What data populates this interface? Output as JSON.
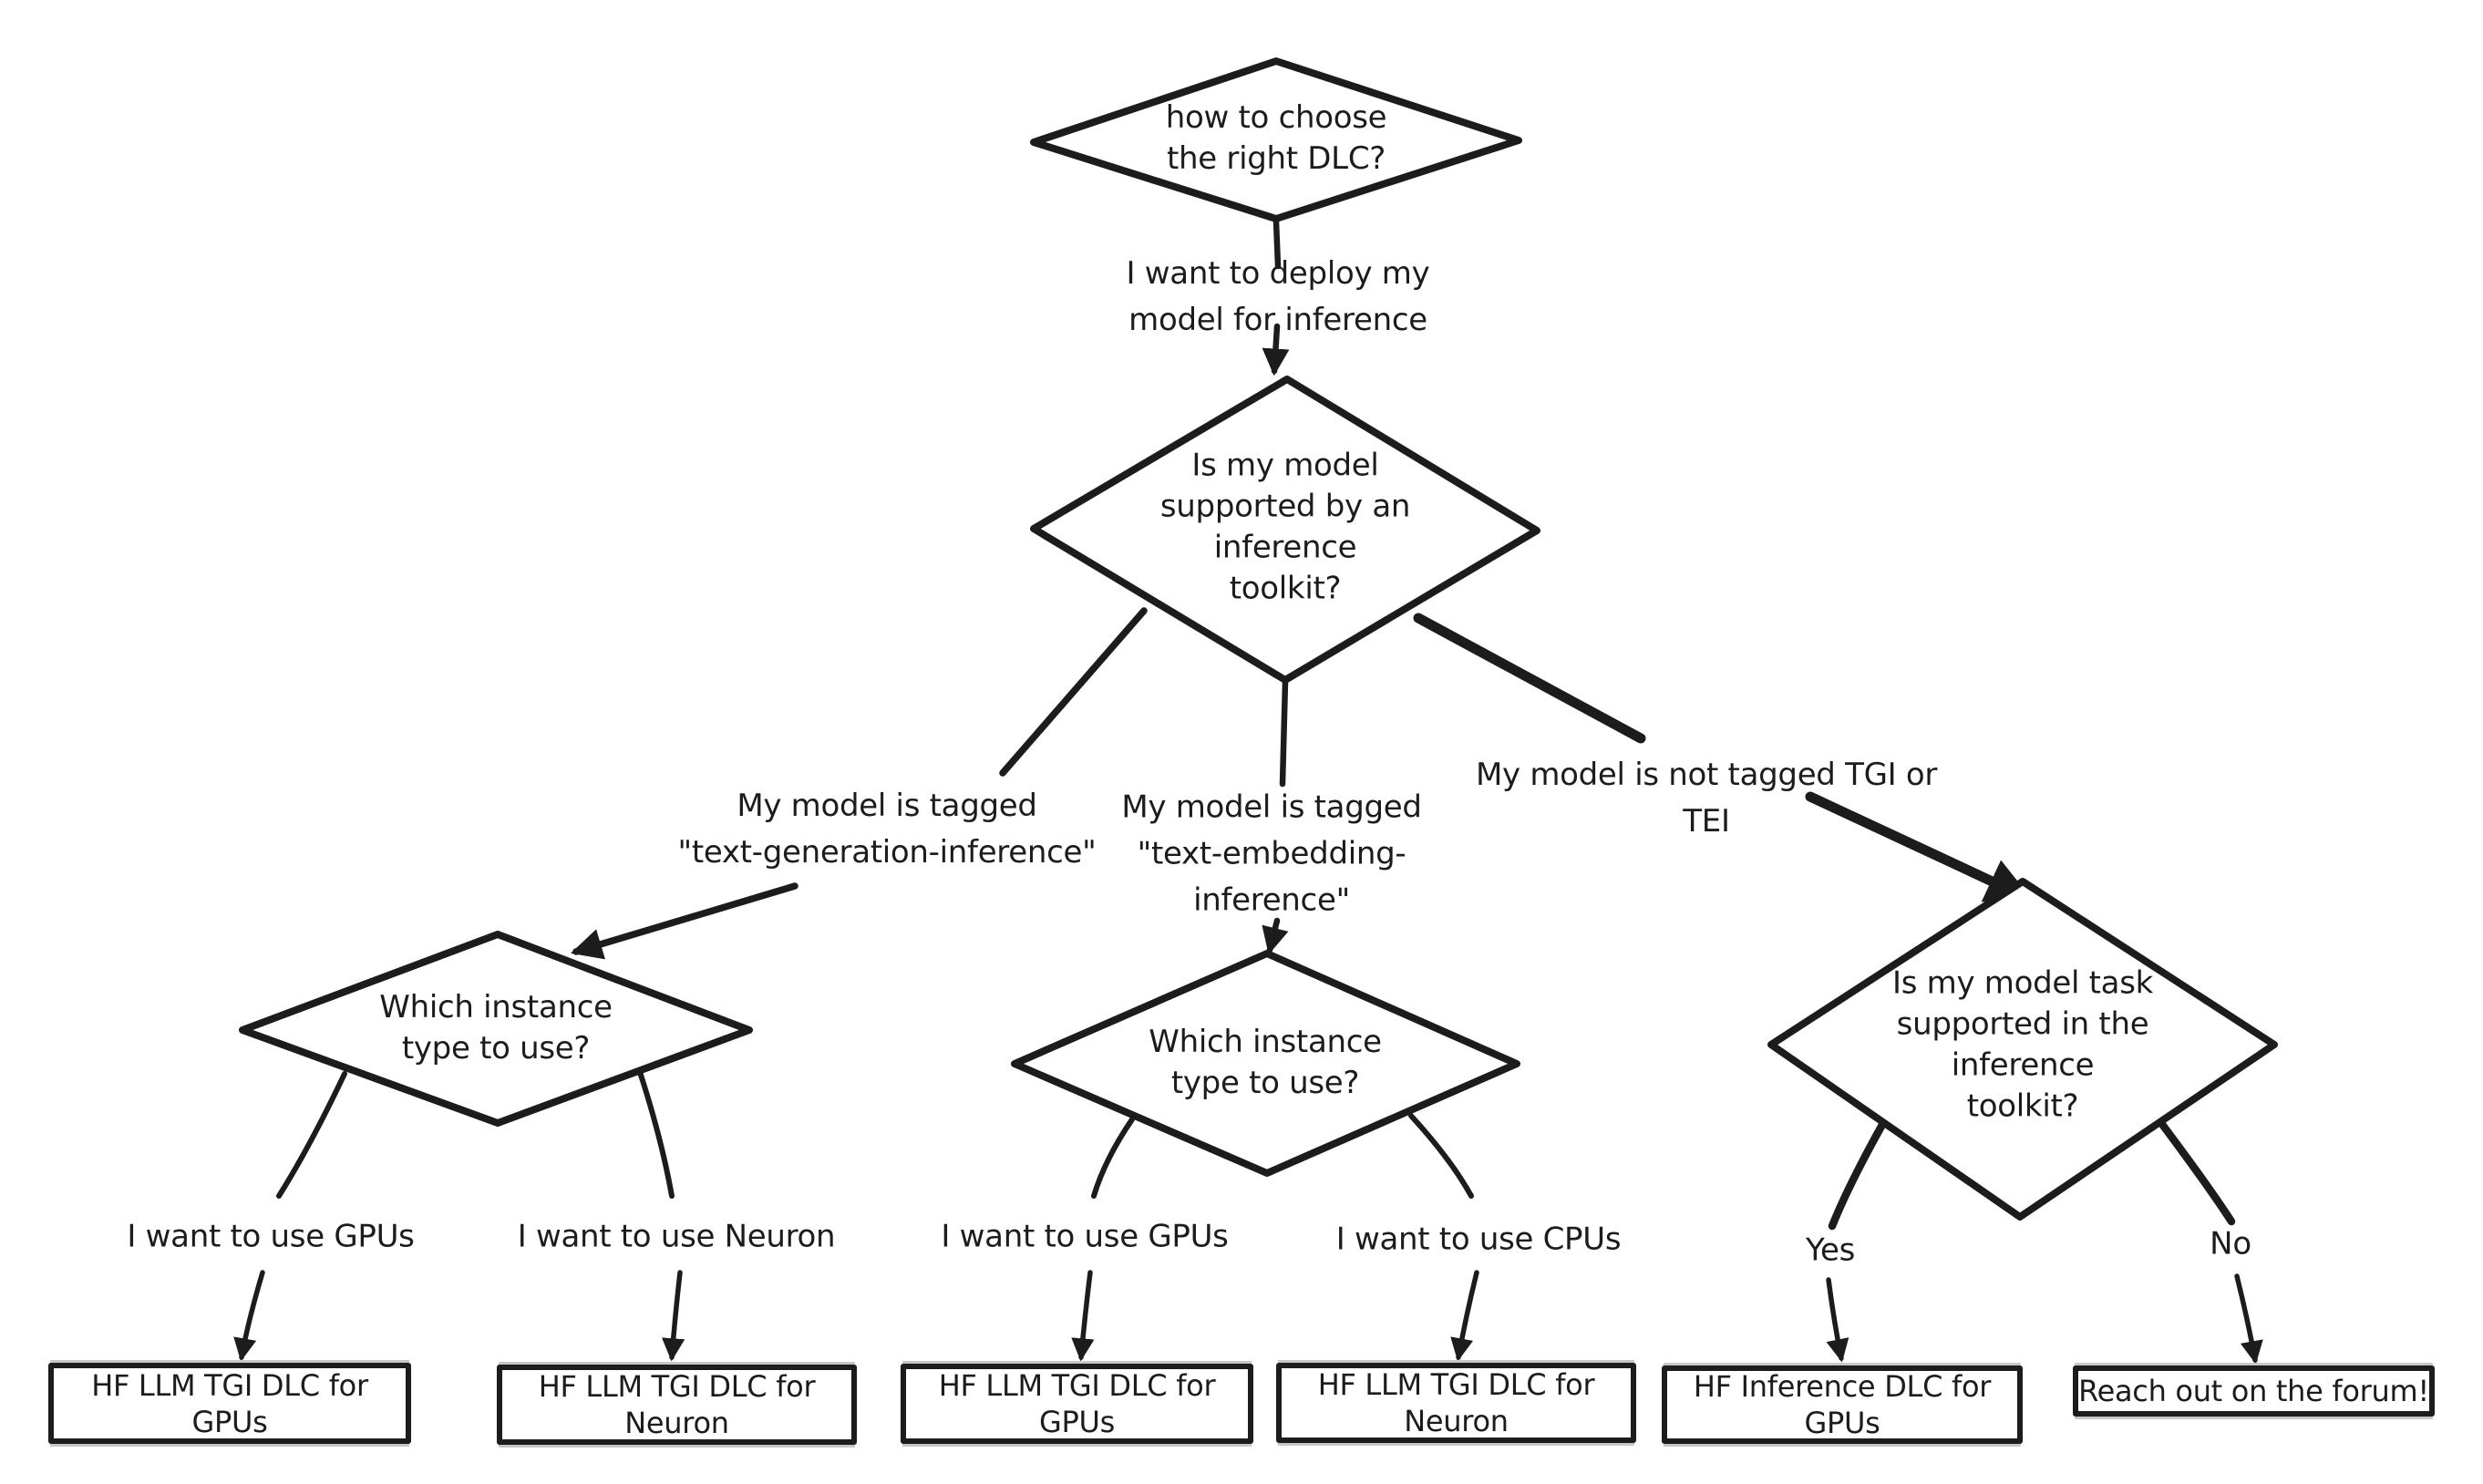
{
  "colors": {
    "ink": "#1c1c1c",
    "paper": "#ffffff",
    "sketch_gray": "#c7c7c7"
  },
  "flowchart": {
    "decisions": {
      "root": {
        "label": "how to choose\nthe right DLC?"
      },
      "toolkit_supported": {
        "label": "Is my model\nsupported by an\ninference\ntoolkit?"
      },
      "instance_type_tgi": {
        "label": "Which instance\ntype to use?"
      },
      "instance_type_tei": {
        "label": "Which instance\ntype to use?"
      },
      "task_supported": {
        "label": "Is my model task\nsupported in the\ninference\ntoolkit?"
      }
    },
    "edge_labels": {
      "deploy": {
        "label": "I want to deploy my\nmodel for inference"
      },
      "tagged_tgi": {
        "label": "My model is tagged\n\"text-generation-inference\""
      },
      "tagged_tei": {
        "label": "My model is tagged\n\"text-embedding-\ninference\""
      },
      "not_tagged": {
        "label": "My model is not tagged TGI or\nTEI"
      },
      "tgi_use_gpus": {
        "label": "I want to use GPUs"
      },
      "tgi_use_neuron": {
        "label": "I want to use Neuron"
      },
      "tei_use_gpus": {
        "label": "I want to use GPUs"
      },
      "tei_use_cpus": {
        "label": "I want to use CPUs"
      },
      "yes": {
        "label": "Yes"
      },
      "no": {
        "label": "No"
      }
    },
    "results": {
      "tgi_gpus": {
        "label": "HF LLM TGI DLC for\nGPUs"
      },
      "tgi_neuron": {
        "label": "HF LLM TGI DLC for\nNeuron"
      },
      "tei_gpus": {
        "label": "HF LLM TGI DLC for\nGPUs"
      },
      "tei_neuron": {
        "label": "HF LLM TGI DLC for\nNeuron"
      },
      "inference_gpus": {
        "label": "HF Inference DLC for\nGPUs"
      },
      "forum": {
        "label": "Reach out on the forum!"
      }
    }
  }
}
